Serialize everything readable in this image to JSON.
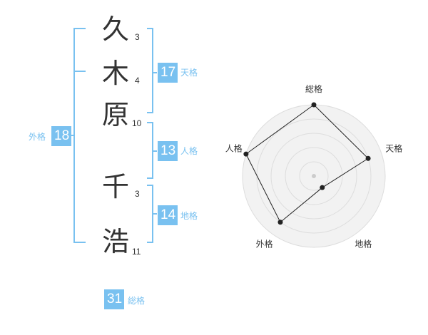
{
  "colors": {
    "accent": "#79c1f0",
    "text": "#333333",
    "radar_fill": "#f2f2f2",
    "radar_line": "#222222"
  },
  "name": {
    "surname": [
      {
        "char": "久",
        "strokes": "3"
      },
      {
        "char": "木",
        "strokes": "4"
      },
      {
        "char": "原",
        "strokes": "10"
      }
    ],
    "given": [
      {
        "char": "千",
        "strokes": "3"
      },
      {
        "char": "浩",
        "strokes": "11"
      }
    ]
  },
  "fortunes": {
    "tenkaku": {
      "value": "17",
      "label": "天格"
    },
    "jinkaku": {
      "value": "13",
      "label": "人格"
    },
    "chikaku": {
      "value": "14",
      "label": "地格"
    },
    "gaikaku": {
      "value": "18",
      "label": "外格"
    },
    "soukaku": {
      "value": "31",
      "label": "総格"
    }
  },
  "chart_data": {
    "type": "radar",
    "axes": [
      "総格",
      "天格",
      "地格",
      "外格",
      "人格"
    ],
    "values": [
      5,
      4,
      1,
      4,
      5
    ],
    "max": 5,
    "rings": 5
  }
}
